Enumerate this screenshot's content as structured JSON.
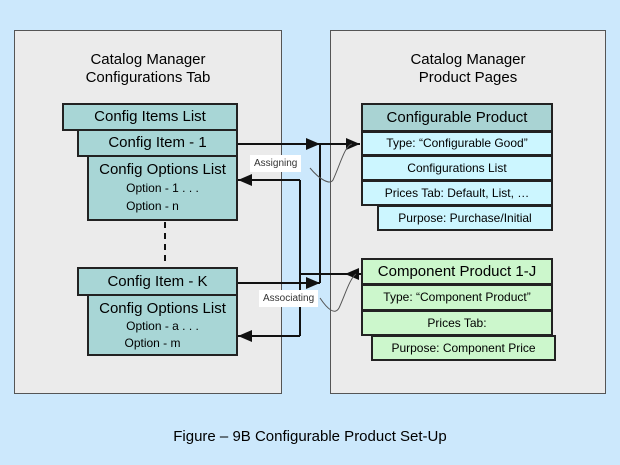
{
  "left_panel": {
    "title_line1": "Catalog Manager",
    "title_line2": "Configurations Tab",
    "config_items_list": "Config Items List",
    "item1": {
      "title": "Config Item - 1",
      "options_title": "Config Options List",
      "opt_a": "Option - 1 . . .",
      "opt_b": "Option -  n"
    },
    "itemK": {
      "title": "Config Item - K",
      "options_title": "Config Options List",
      "opt_a": "Option - a . . .",
      "opt_b": "Option -  m"
    }
  },
  "right_panel": {
    "title_line1": "Catalog Manager",
    "title_line2": "Product Pages",
    "configurable": {
      "title": "Configurable Product",
      "type": "Type: “Configurable Good”",
      "configs": "Configurations List",
      "prices": "Prices Tab: Default, List, …",
      "purpose": "Purpose: Purchase/Initial"
    },
    "component": {
      "title": "Component Product 1-J",
      "type": "Type: “Component Product”",
      "prices": "Prices Tab:",
      "purpose": "Purpose: Component Price"
    }
  },
  "labels": {
    "assigning": "Assigning",
    "associating": "Associating"
  },
  "caption": "Figure – 9B  Configurable Product Set-Up"
}
